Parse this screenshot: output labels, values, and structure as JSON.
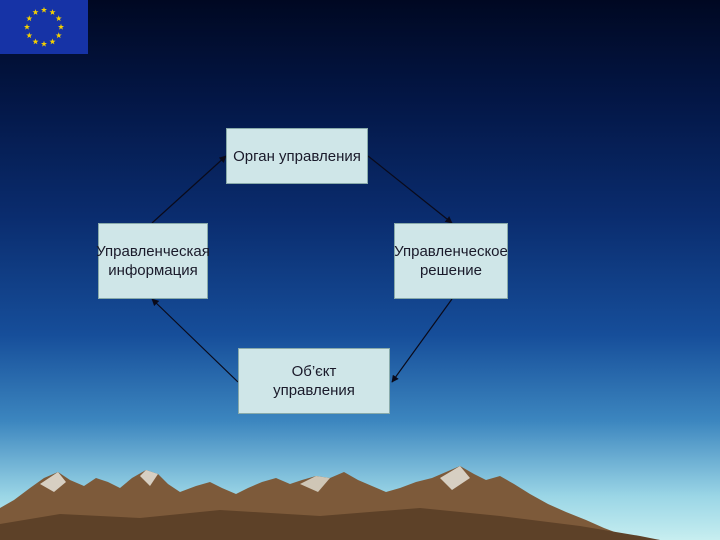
{
  "diagram": {
    "nodes": {
      "top": {
        "label": "Орган управления"
      },
      "left": {
        "label_lines": [
          "Управленческая",
          "информация"
        ]
      },
      "right": {
        "label_lines": [
          "Управленческое",
          "решение"
        ]
      },
      "bottom": {
        "label_lines": [
          "Об’єкт",
          "управления"
        ]
      }
    },
    "edges": [
      {
        "from": "top",
        "to": "right"
      },
      {
        "from": "right",
        "to": "bottom"
      },
      {
        "from": "bottom",
        "to": "left"
      },
      {
        "from": "left",
        "to": "top"
      }
    ]
  },
  "colors": {
    "node_fill": "#cfe6e8",
    "node_text": "#1a1a2a",
    "flag_blue": "#1633a6",
    "flag_star": "#f4d000"
  },
  "icons": {
    "flag": "eu-flag-icon",
    "landscape": "mountain-range-icon"
  }
}
